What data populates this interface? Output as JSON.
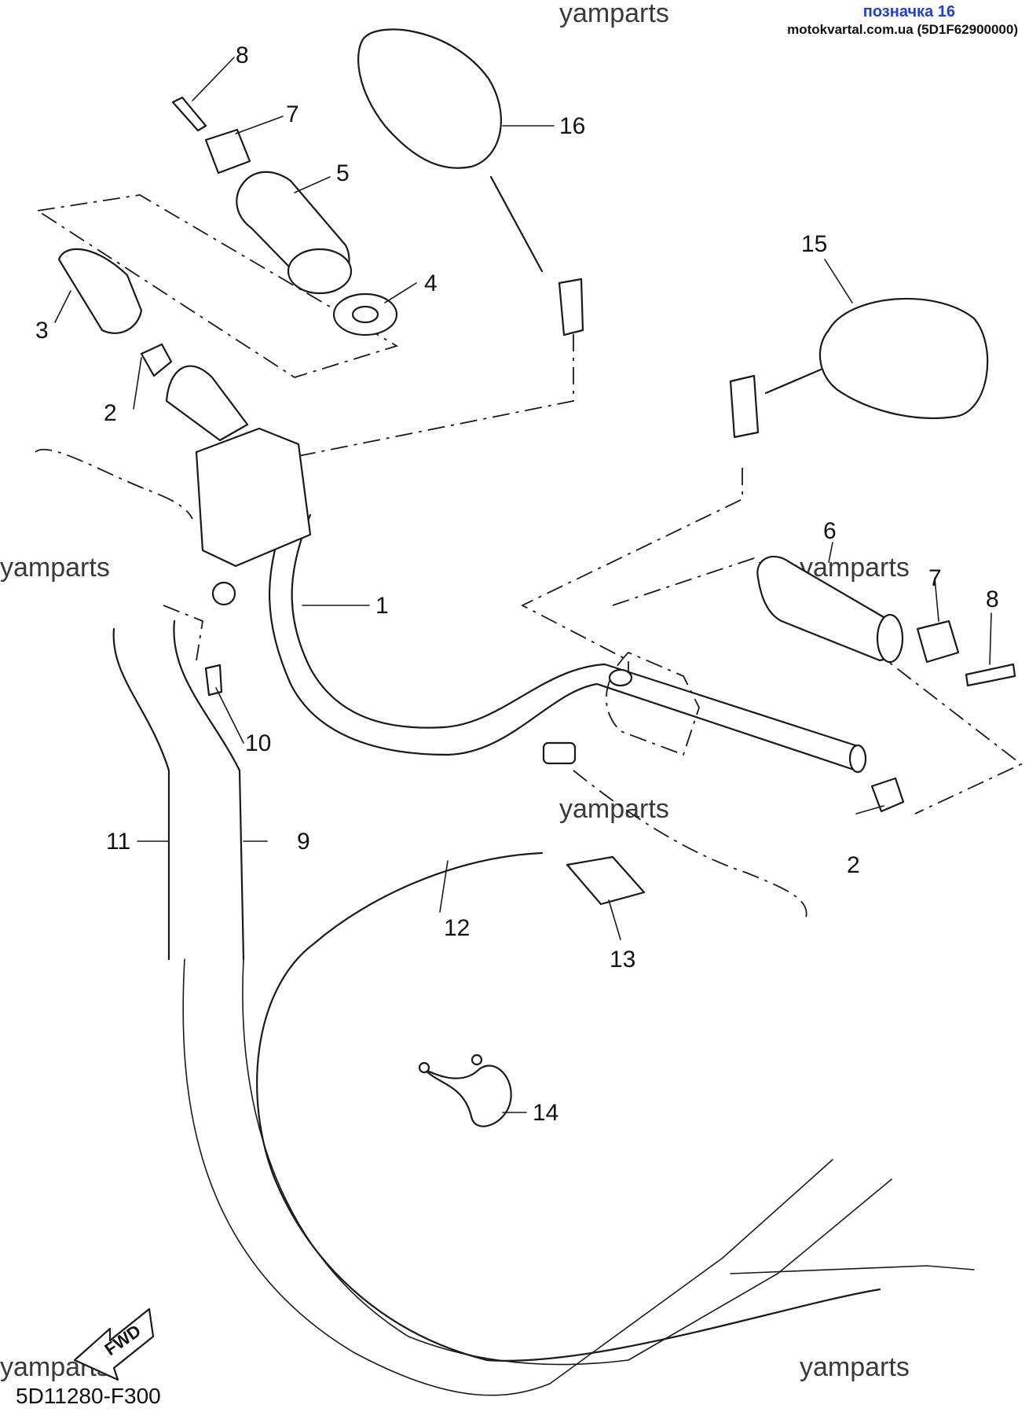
{
  "header": {
    "title": "позначка 16",
    "subtitle": "motokvartal.com.ua (5D1F62900000)"
  },
  "watermark": "yamparts",
  "diagram_code": "5D11280-F300",
  "fwd_label": "FWD",
  "callouts": [
    "1",
    "2",
    "2",
    "3",
    "4",
    "5",
    "6",
    "7",
    "7",
    "8",
    "8",
    "9",
    "10",
    "11",
    "12",
    "13",
    "14",
    "15",
    "16"
  ],
  "colors": {
    "ink": "#1a1a1a",
    "header_link": "#1f3fd6",
    "background": "#ffffff"
  }
}
